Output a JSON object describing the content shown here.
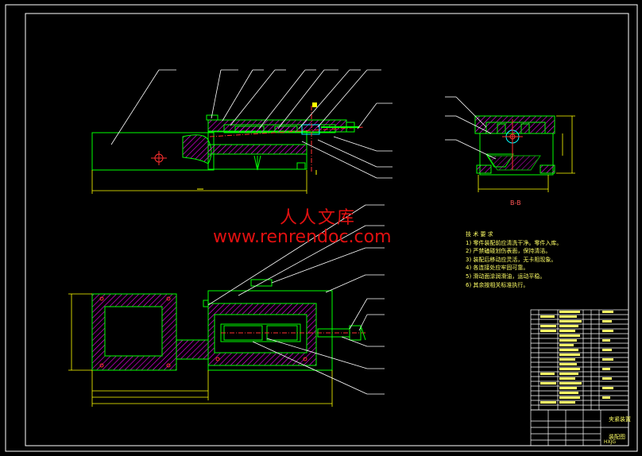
{
  "watermark": {
    "cn": "人人文库",
    "url": "www.renrendoc.com"
  },
  "section_label": "B-B",
  "notes": {
    "title": "技 术 要 求",
    "lines": [
      "1) 零件装配前应清洗干净。零件入库。",
      "2) 严禁磕碰划伤表面，保持清洁。",
      "3) 装配后移动应灵活，无卡阻现象。",
      "4) 各连接处应牢固可靠。",
      "5) 滑动面涂润滑油，运动平稳。",
      "6) 其余按相关标准执行。"
    ]
  },
  "title_block": {
    "name": "夹紧装置",
    "drawing": "装配图",
    "code": "HXJG"
  },
  "colors": {
    "frame": "#ffffff",
    "outline": "#00ff00",
    "leader": "#ffffff",
    "hatch": "#ff00ff",
    "center": "#ff3030",
    "dim": "#ffff00",
    "text": "#ffff66",
    "cyan": "#00ffff",
    "watermark": "#e01010"
  }
}
